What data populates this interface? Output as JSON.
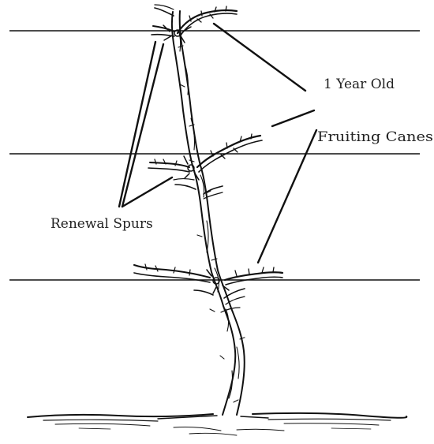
{
  "labels": {
    "canes_line1": "1 Year Old",
    "canes_line2": "Fruiting Canes",
    "spurs": "Renewal Spurs"
  },
  "colors": {
    "ink": "#111111",
    "background": "#ffffff"
  }
}
